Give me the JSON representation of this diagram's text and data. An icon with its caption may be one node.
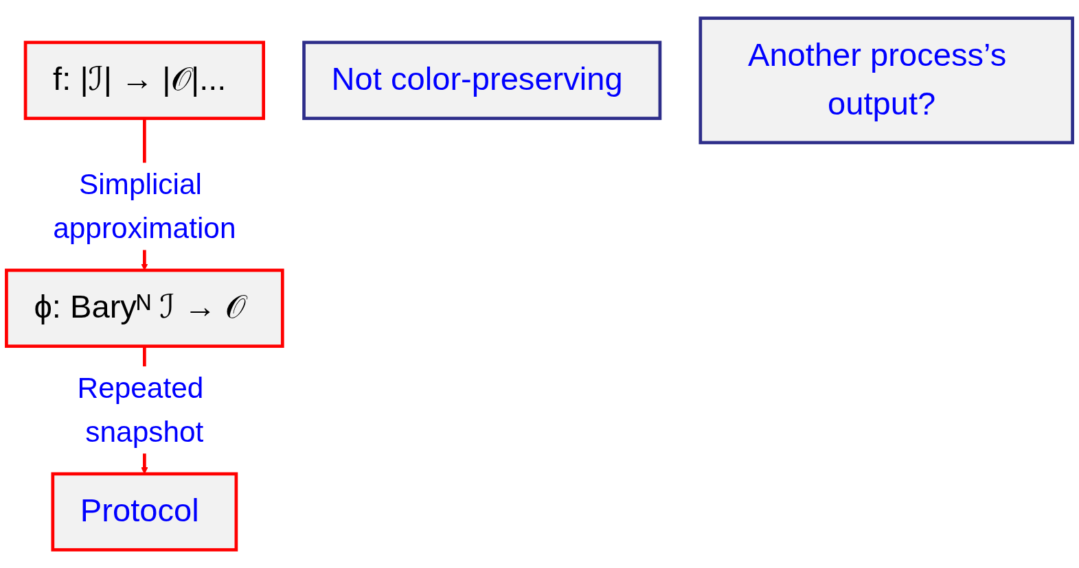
{
  "diagram": {
    "nodes": [
      {
        "text": [
          "f: |ℐ| → |𝒪|..."
        ]
      },
      {
        "text": [
          "ϕ: Baryᴺ ℐ → 𝒪"
        ]
      },
      {
        "text": [
          "Protocol"
        ]
      },
      {
        "text": [
          "Not color-preserving"
        ]
      },
      {
        "text": [
          "Another process’s output?"
        ]
      }
    ],
    "edges": [
      {
        "from": 0,
        "to": 1,
        "arrow": "to",
        "label": "Simplicial approximation"
      },
      {
        "from": 1,
        "to": 2,
        "arrow": "to",
        "label": "Repeated snapshot"
      }
    ]
  }
}
